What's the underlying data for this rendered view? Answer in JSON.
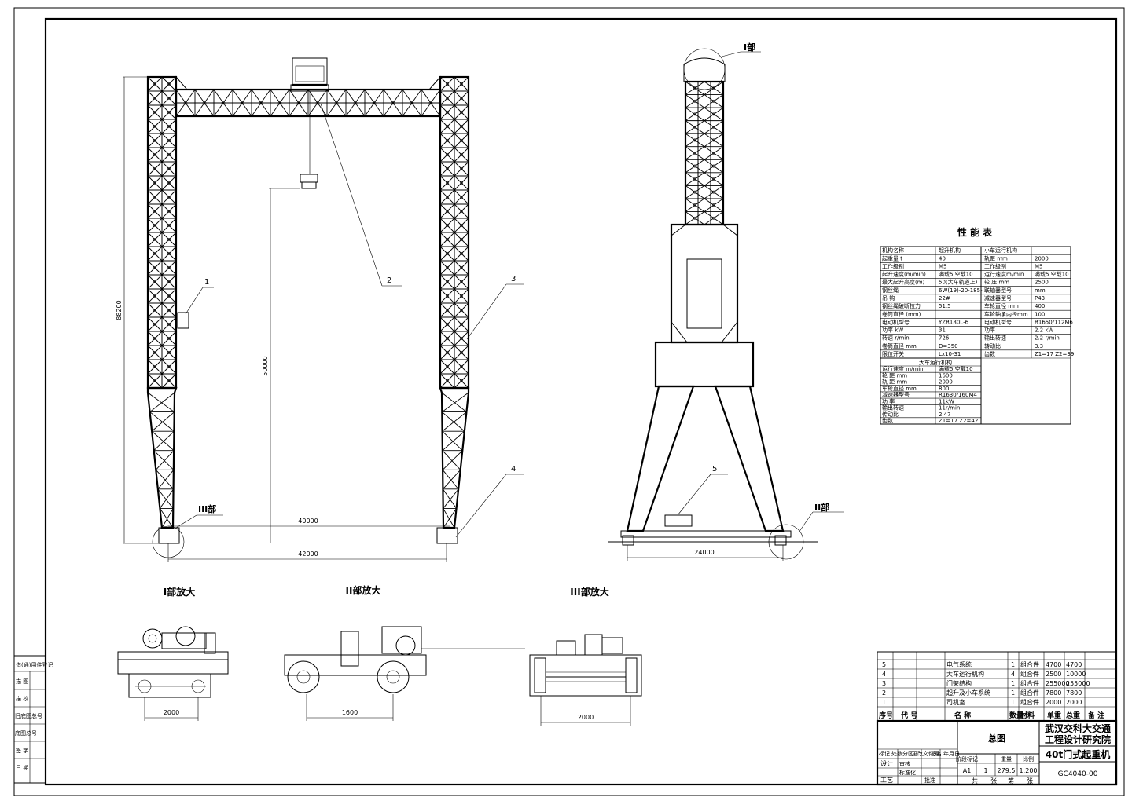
{
  "drawing": {
    "front_view": {
      "dim_total_height": "88200",
      "dim_lift_height": "50000",
      "dim_leg_span": "40000",
      "dim_total_span": "42000",
      "callouts": [
        "1",
        "2",
        "3",
        "4"
      ],
      "detail_label": "III部"
    },
    "side_view": {
      "dim_base": "24000",
      "callout": "5",
      "detail_top": "I部",
      "detail_bottom": "II部"
    },
    "details": {
      "detail_1": {
        "title": "I部放大",
        "dim": "2000"
      },
      "detail_2": {
        "title": "II部放大",
        "dim": "1600"
      },
      "detail_3": {
        "title": "III部放大",
        "dim": "2000"
      }
    },
    "performance_table": {
      "title": "性  能  表",
      "rows": [
        [
          "机构名称",
          "起升机构",
          "小车运行机构",
          ""
        ],
        [
          "起重量  t",
          "40",
          "轨距  mm",
          "2000"
        ],
        [
          "工作级别",
          "M5",
          "工作级别",
          "M5"
        ],
        [
          "起升速度(m/min)",
          "满载5 空载10",
          "运行速度m/min",
          "满载5 空载10"
        ],
        [
          "最大起升高度(m)",
          "50(大车轨道上)",
          "轮  压  mm",
          "2500"
        ],
        [
          "钢丝绳",
          "6W(19)-20-185-I",
          "联轴器型号",
          "mm"
        ],
        [
          "吊  钩",
          "22#",
          "减速器型号",
          "P43"
        ],
        [
          "钢丝绳破断拉力",
          "51.5",
          "车轮直径 mm",
          "400"
        ],
        [
          "卷筒直径 (mm)",
          "",
          "车轮轴承内径mm",
          "100"
        ],
        [
          "电动机型号",
          "YZR180L-6",
          "电动机型号",
          "R1650/112M6"
        ],
        [
          "功率  kW",
          "31",
          "功率",
          "2.2 kW"
        ],
        [
          "转速  r/min",
          "726",
          "输出转速",
          "2.2 r/min"
        ],
        [
          "卷筒直径 mm",
          "D=350",
          "转动比",
          "3.3"
        ],
        [
          "限位开关",
          "Lx10-31",
          "齿数",
          "Z1=17  Z2=39"
        ]
      ],
      "crane_section_title": "大车运行机构",
      "crane_rows": [
        [
          "运行速度 m/min",
          "满载5 空载10"
        ],
        [
          "轮  距  mm",
          "1600"
        ],
        [
          "轨  距  mm",
          "2000"
        ],
        [
          "车轮直径 mm",
          "800"
        ],
        [
          "减速器型号",
          "R1630/160M4"
        ],
        [
          "功  率",
          "11kW"
        ],
        [
          "输出转速",
          "11r/min"
        ],
        [
          "传动比",
          "2.47"
        ],
        [
          "齿数",
          "Z1=17  Z2=42"
        ]
      ]
    },
    "parts_list": {
      "rows": [
        [
          "5",
          "",
          "电气系统",
          "1",
          "组合件",
          "4700",
          "4700"
        ],
        [
          "4",
          "",
          "大车运行机构",
          "4",
          "组合件",
          "2500",
          "10000"
        ],
        [
          "3",
          "",
          "门架结构",
          "1",
          "组合件",
          "255000",
          "255000"
        ],
        [
          "2",
          "",
          "起升及小车系统",
          "1",
          "组合件",
          "7800",
          "7800"
        ],
        [
          "1",
          "",
          "司机室",
          "1",
          "组合件",
          "2000",
          "2000"
        ]
      ],
      "header": [
        "序号",
        "代  号",
        "名  称",
        "数量",
        "材料",
        "单重",
        "总重",
        "备  注"
      ]
    },
    "title_block": {
      "assembly": "总图",
      "institute_line1": "武汉交科大交通",
      "institute_line2": "工程设计研究院",
      "product": "40t门式起重机",
      "drawing_no": "GC4040-00",
      "sheet_size": "A1",
      "qty": "1",
      "weight": "279.5",
      "scale": "1:200",
      "row_labels": [
        "标记",
        "处数",
        "分区",
        "更改文件号",
        "签名",
        "年月日"
      ],
      "sign_labels": [
        "设计",
        "审核",
        "工艺",
        "标准化",
        "批准"
      ],
      "bottom_labels": [
        "共",
        "张",
        "第",
        "张"
      ],
      "grid_labels": [
        "阶段标记",
        "重量",
        "比例"
      ]
    },
    "left_strip": [
      "借(通)用件登记",
      "描  图",
      "描  校",
      "旧底图总号",
      "底图总号",
      "签  字",
      "日  期"
    ]
  }
}
